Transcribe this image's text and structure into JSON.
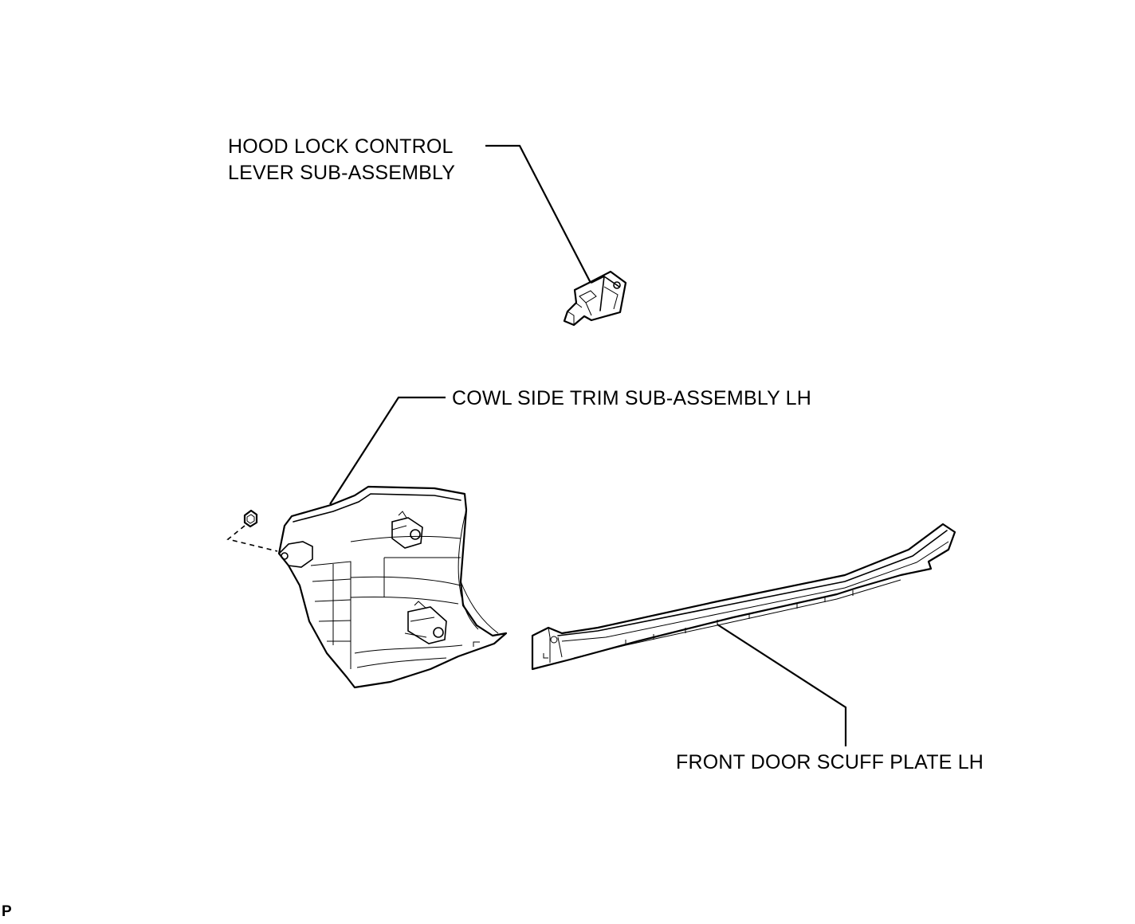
{
  "labels": {
    "hood_lock": {
      "line1": "HOOD LOCK CONTROL",
      "line2": "LEVER SUB-ASSEMBLY"
    },
    "cowl_side_trim": "COWL SIDE TRIM SUB-ASSEMBLY LH",
    "scuff_plate": "FRONT DOOR SCUFF PLATE LH",
    "code": "P"
  },
  "colors": {
    "line": "#000000",
    "background": "#ffffff"
  }
}
